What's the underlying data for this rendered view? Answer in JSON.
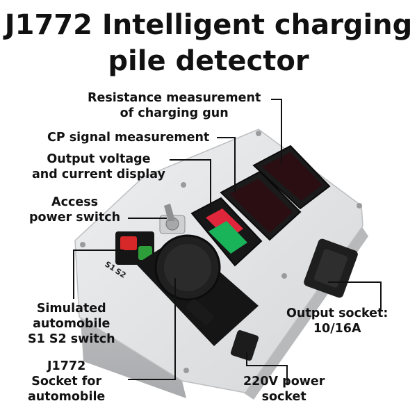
{
  "title": {
    "line1": "J1772 Intelligent charging",
    "line2": "pile detector"
  },
  "callouts": {
    "resistance": [
      "Resistance measurement",
      "of charging gun"
    ],
    "cp_signal": "CP signal measurement",
    "output_display": [
      "Output voltage",
      "and current display"
    ],
    "access_switch": [
      "Access",
      "power switch"
    ],
    "s1s2": [
      "Simulated",
      "automobile",
      "S1 S2 switch"
    ],
    "j1772_socket": [
      "J1772",
      "Socket for",
      "automobile"
    ],
    "output_socket": [
      "Output socket:",
      "10/16A"
    ],
    "power_socket": [
      "220V power",
      "socket"
    ]
  },
  "device": {
    "panel_marks": [
      "S1",
      "S2"
    ]
  },
  "colors": {
    "panel": "#e4e5e6",
    "display_bezel": "#1a1a1a",
    "red_led": "#e0263a",
    "green_led": "#19b35a",
    "switch_red": "#d62828",
    "switch_green": "#2e9e3a"
  }
}
